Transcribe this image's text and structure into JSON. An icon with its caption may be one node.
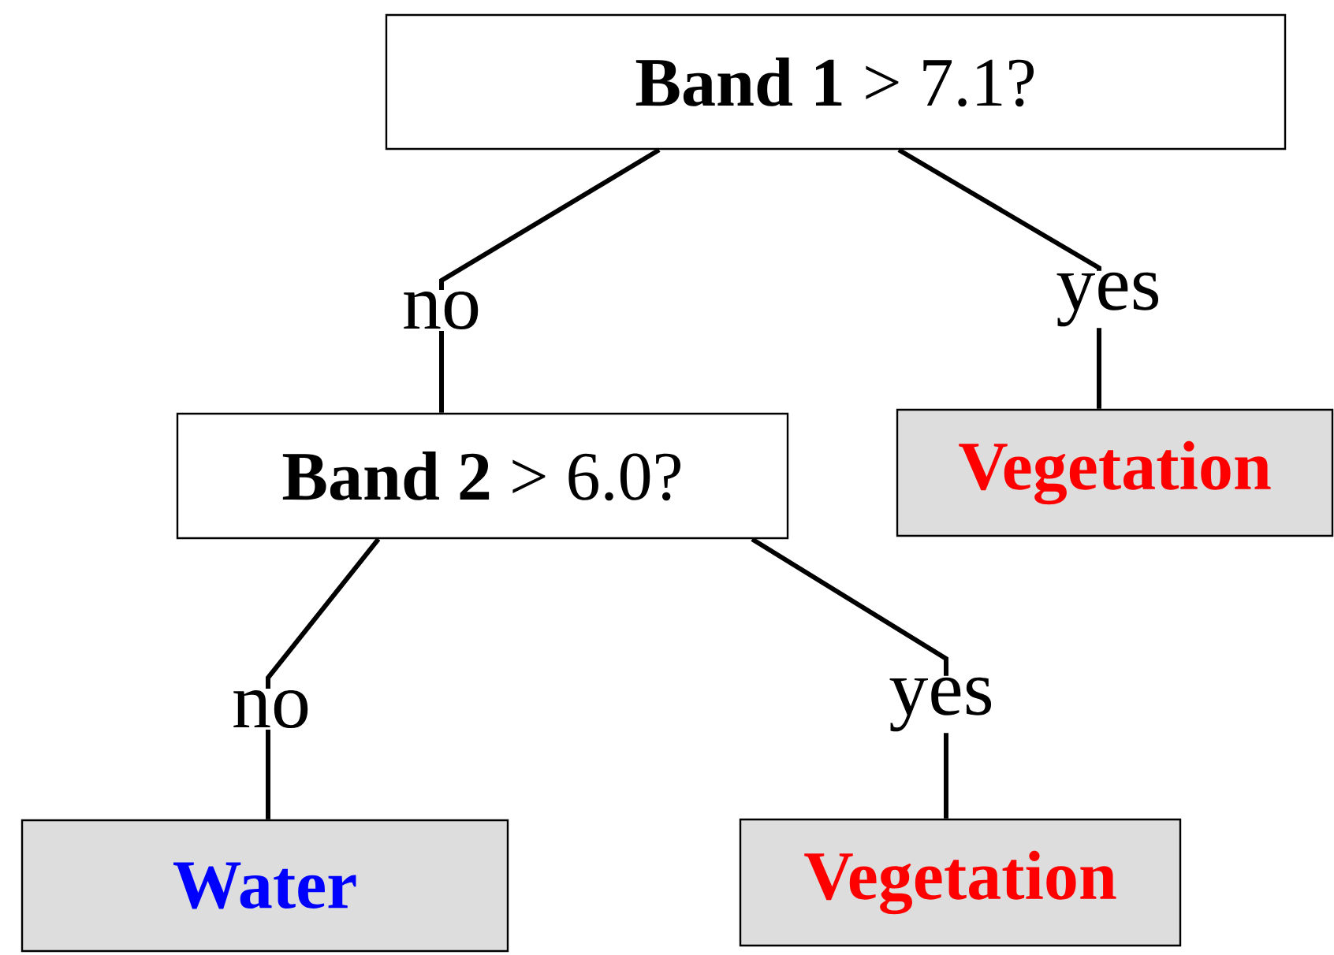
{
  "diagram": {
    "nodes": [
      {
        "text": [
          "**Band 1** > 7.1?"
        ]
      },
      {
        "text": [
          "**Band 2** > 6.0?"
        ]
      },
      {
        "text": [
          "Vegetation"
        ]
      },
      {
        "text": [
          "Water"
        ]
      },
      {
        "text": [
          "Vegetation"
        ]
      }
    ],
    "edges": [
      {
        "from": 0,
        "to": 1,
        "arrow": "none",
        "label": "no"
      },
      {
        "from": 0,
        "to": 2,
        "arrow": "none",
        "label": "yes"
      },
      {
        "from": 1,
        "to": 3,
        "arrow": "none",
        "label": "no"
      },
      {
        "from": 1,
        "to": 4,
        "arrow": "none",
        "label": "yes"
      }
    ]
  }
}
